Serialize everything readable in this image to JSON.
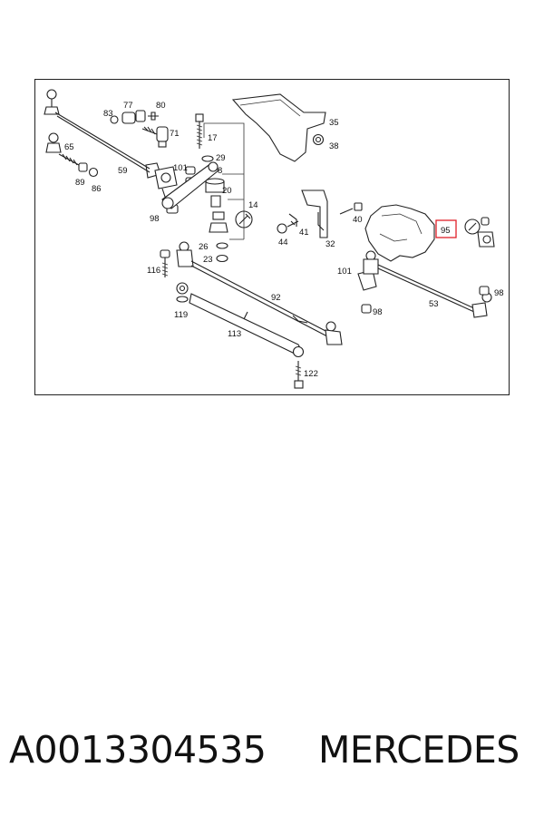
{
  "diagram": {
    "callouts": [
      "77",
      "80",
      "83",
      "71",
      "17",
      "35",
      "38",
      "65",
      "59",
      "89",
      "86",
      "101",
      "29",
      "8",
      "20",
      "98",
      "14",
      "41",
      "40",
      "32",
      "44",
      "95",
      "26",
      "23",
      "116",
      "101",
      "98",
      "92",
      "53",
      "119",
      "98",
      "113",
      "122"
    ],
    "highlighted_callout": "95",
    "highlight_color": "#e0202a"
  },
  "caption": {
    "part_number": "A0013304535",
    "brand": "MERCEDES"
  }
}
